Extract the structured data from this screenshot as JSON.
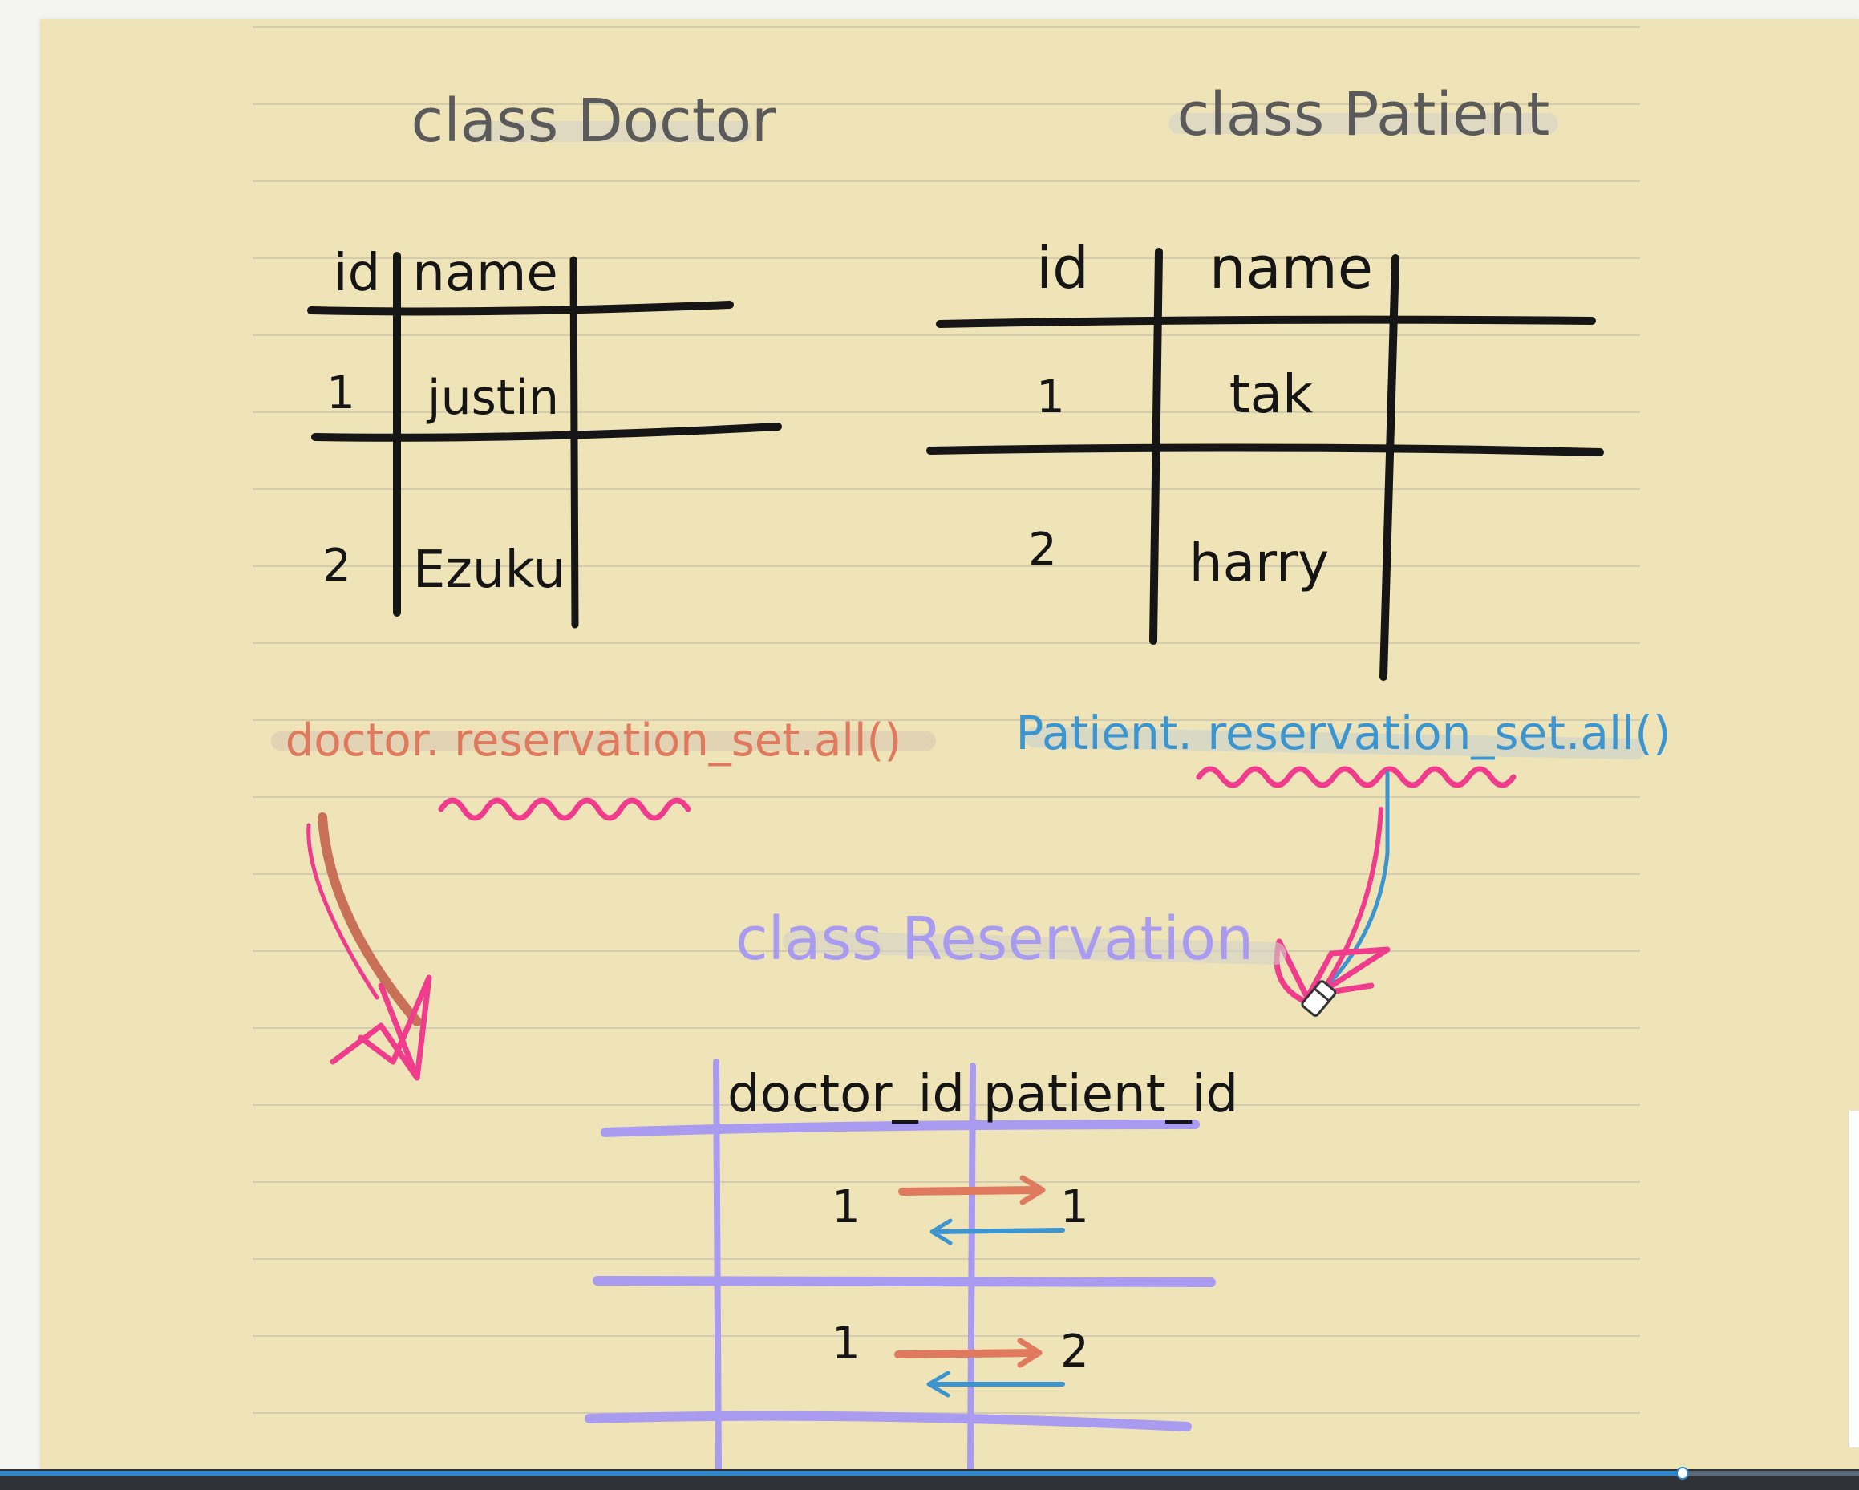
{
  "titles": {
    "doctor_class": "class Doctor",
    "patient_class": "class Patient",
    "reservation_class": "class Reservation"
  },
  "doctor_table": {
    "headers": [
      "id",
      "name"
    ],
    "rows": [
      {
        "id": "1",
        "name": "justin"
      },
      {
        "id": "2",
        "name": "Ezuku"
      }
    ]
  },
  "patient_table": {
    "headers": [
      "id",
      "name"
    ],
    "rows": [
      {
        "id": "1",
        "name": "tak"
      },
      {
        "id": "2",
        "name": "harry"
      }
    ]
  },
  "code": {
    "doctor_call": "doctor. reservation_set.all()",
    "patient_call": "Patient. reservation_set.all()"
  },
  "reservation_table": {
    "headers": [
      "doctor_id",
      "patient_id"
    ],
    "rows": [
      {
        "doctor_id": "1",
        "patient_id": "1"
      },
      {
        "doctor_id": "1",
        "patient_id": "2"
      }
    ]
  },
  "colors": {
    "paper": "#efe4b8",
    "ink": "#151515",
    "title_gray": "#5a5a5a",
    "doctor_coral": "#df7a5e",
    "patient_blue": "#3d95cf",
    "reservation_purple": "#a99bf0",
    "highlight_pink": "#f03c8c"
  },
  "video_progress": 0.905,
  "icons": [
    "eraser-cursor-icon"
  ]
}
